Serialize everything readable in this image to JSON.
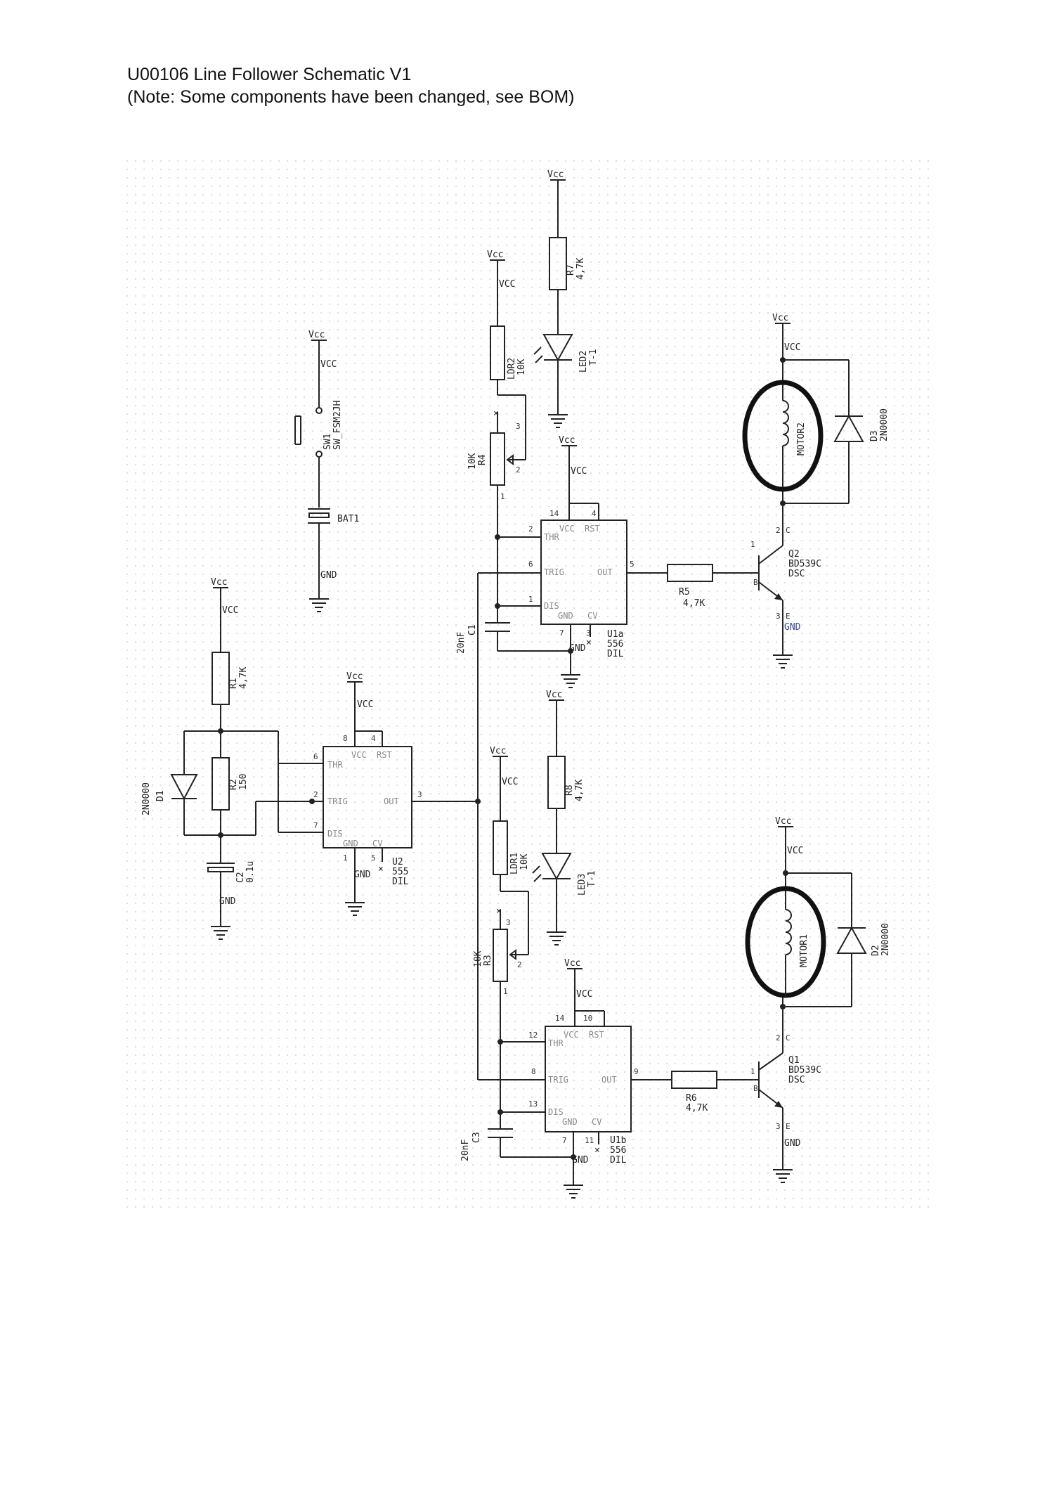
{
  "header": {
    "title": "U00106 Line Follower Schematic  V1",
    "note": "(Note: Some components have been changed, see BOM)"
  },
  "power": {
    "vcc_pin": "Vcc",
    "vcc_net": "VCC",
    "gnd_net": "GND"
  },
  "switch": {
    "ref": "SW1",
    "value": "SW_FSM2JH"
  },
  "battery": {
    "ref": "BAT1"
  },
  "resistors": {
    "r1": {
      "ref": "R1",
      "value": "4,7K"
    },
    "r2": {
      "ref": "R2",
      "value": "150"
    },
    "r4": {
      "ref": "R4",
      "value": "10K"
    },
    "r3": {
      "ref": "R3",
      "value": "10K"
    },
    "r5": {
      "ref": "R5",
      "value": "4,7K"
    },
    "r6": {
      "ref": "R6",
      "value": "4,7K"
    },
    "r7": {
      "ref": "R7",
      "value": "4,7K"
    },
    "r8": {
      "ref": "R8",
      "value": "4,7K"
    }
  },
  "ldrs": {
    "ldr1": {
      "ref": "LDR1",
      "value": "10K"
    },
    "ldr2": {
      "ref": "LDR2",
      "value": "10K"
    }
  },
  "leds": {
    "led2": {
      "ref": "LED2",
      "value": "T-1"
    },
    "led3": {
      "ref": "LED3",
      "value": "T-1"
    }
  },
  "capacitors": {
    "c1": {
      "ref": "C1",
      "value": "20nF"
    },
    "c2": {
      "ref": "C2",
      "value": "0.1u"
    },
    "c3": {
      "ref": "C3",
      "value": "20nF"
    }
  },
  "diodes": {
    "d1": {
      "ref": "D1",
      "value": "2N0000"
    },
    "d2": {
      "ref": "D2",
      "value": "2N0000"
    },
    "d3": {
      "ref": "D3",
      "value": "2N0000"
    }
  },
  "motors": {
    "m1": {
      "ref": "MOTOR1"
    },
    "m2": {
      "ref": "MOTOR2"
    }
  },
  "transistors": {
    "q1": {
      "ref": "Q1",
      "value": "BD539C",
      "pkg": "DSC"
    },
    "q2": {
      "ref": "Q2",
      "value": "BD539C",
      "pkg": "DSC"
    }
  },
  "ics": {
    "u2": {
      "ref": "U2",
      "value": "555",
      "pkg": "DIL"
    },
    "u1a": {
      "ref": "U1a",
      "value": "556",
      "pkg": "DIL"
    },
    "u1b": {
      "ref": "U1b",
      "value": "556",
      "pkg": "DIL"
    }
  },
  "ic_pins": {
    "vcc": "VCC",
    "rst": "RST",
    "thr": "THR",
    "trig": "TRIG",
    "out": "OUT",
    "dis": "DIS",
    "gnd": "GND",
    "cv": "CV"
  },
  "pin_numbers": {
    "u2": {
      "vcc": "8",
      "rst": "4",
      "thr": "6",
      "trig": "2",
      "dis": "7",
      "out": "3",
      "gnd": "1",
      "cv": "5"
    },
    "u1a": {
      "vcc": "14",
      "rst": "4",
      "thr": "2",
      "trig": "6",
      "dis": "1",
      "out": "5",
      "gnd": "7",
      "cv": "3"
    },
    "u1b": {
      "vcc": "14",
      "rst": "10",
      "thr": "12",
      "trig": "8",
      "dis": "13",
      "out": "9",
      "gnd": "7",
      "cv": "11"
    },
    "pot": {
      "a": "3",
      "w": "2",
      "b": "1"
    },
    "q": {
      "b": "1",
      "c": "2",
      "e": "3"
    },
    "q_letters": {
      "b": "B",
      "c": "C",
      "e": "E"
    }
  }
}
